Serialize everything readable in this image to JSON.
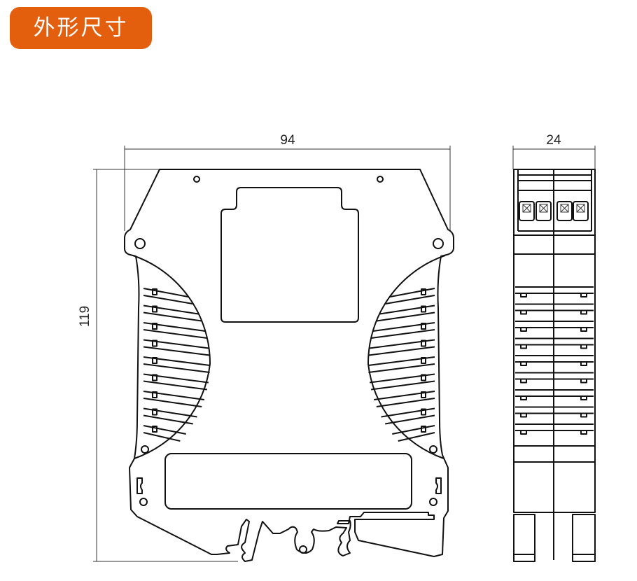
{
  "header": {
    "title": "外形尺寸"
  },
  "dimensions": {
    "width": "94",
    "height": "119",
    "depth": "24"
  },
  "colors": {
    "accent": "#e35e0d",
    "line": "#111111"
  }
}
